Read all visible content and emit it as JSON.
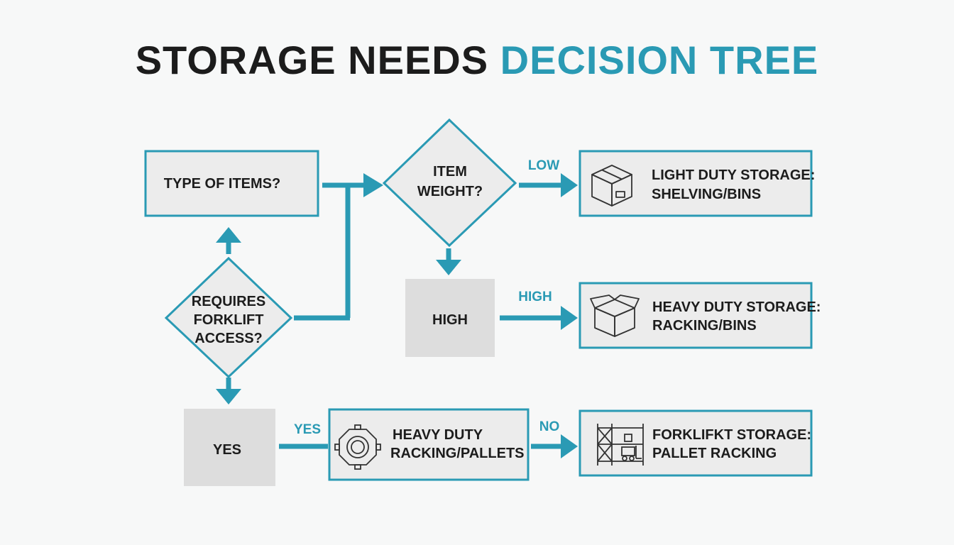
{
  "title": {
    "part1": "STORAGE NEEDS",
    "part2": "DECISION TREE"
  },
  "colors": {
    "accent": "#2a9ab4",
    "box_fill": "#ececec",
    "gray_fill": "#dddddd",
    "text": "#1c1c1c"
  },
  "nodes": {
    "type_of_items": "TYPE OF ITEMS?",
    "item_weight": [
      "ITEM",
      "WEIGHT?"
    ],
    "requires_forklift": [
      "REQUIRES",
      "FORKLIFT",
      "ACCESS?"
    ],
    "high": "HIGH",
    "yes": "YES",
    "light_duty": {
      "lines": [
        "LIGHT DUTY STORAGE:",
        "SHELVING/BINS"
      ],
      "icon": "closed-box-icon"
    },
    "heavy_duty": {
      "lines": [
        "HEAVY DUTY STORAGE:",
        "RACKING/BINS"
      ],
      "icon": "open-box-icon"
    },
    "heavy_racking": {
      "lines": [
        "HEAVY DUTY",
        "RACKING/PALLETS"
      ],
      "icon": "gear-icon"
    },
    "forklift_storage": {
      "lines": [
        "FORKLIFKT STORAGE:",
        "PALLET RACKING"
      ],
      "icon": "forklift-rack-icon"
    }
  },
  "edges": {
    "low": "LOW",
    "high": "HIGH",
    "yes": "YES",
    "no": "NO"
  }
}
